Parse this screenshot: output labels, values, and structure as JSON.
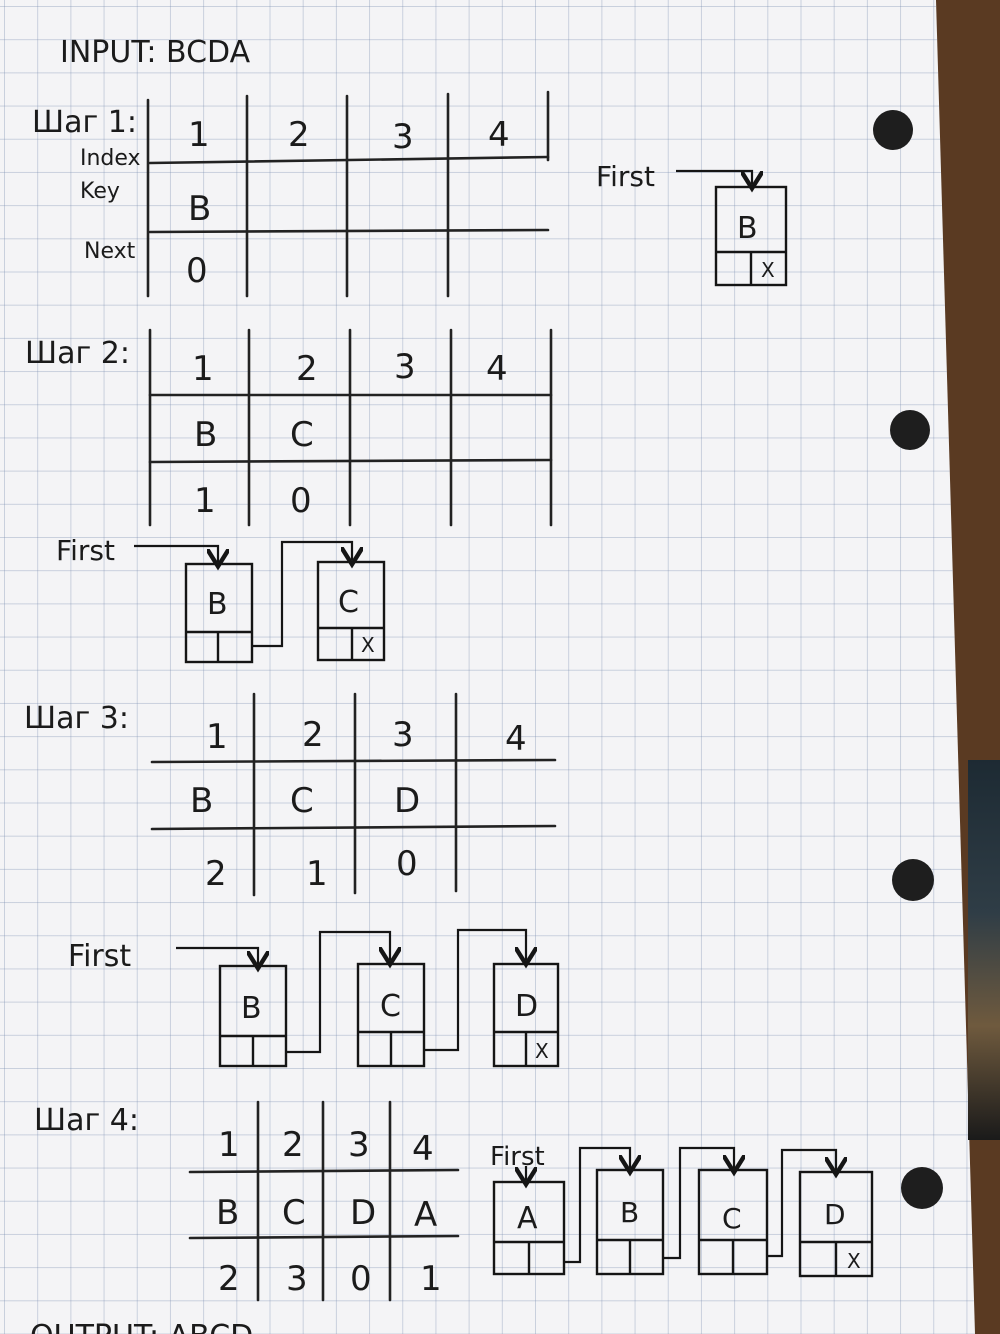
{
  "input_label": "INPUT: BCDA",
  "output_label": "OUTPUT: ABCD",
  "row_labels": {
    "index": "Index",
    "key": "Key",
    "next": "Next"
  },
  "first_label": "First",
  "null_mark": "X",
  "steps": [
    {
      "title": "Шаг 1:",
      "table": {
        "index": [
          "1",
          "2",
          "3",
          "4"
        ],
        "key": [
          "B",
          "",
          "",
          ""
        ],
        "next": [
          "0",
          "",
          "",
          ""
        ]
      },
      "list": [
        "B"
      ]
    },
    {
      "title": "Шаг 2:",
      "table": {
        "index": [
          "1",
          "2",
          "3",
          "4"
        ],
        "key": [
          "B",
          "C",
          "",
          ""
        ],
        "next": [
          "1",
          "0",
          "",
          ""
        ]
      },
      "list": [
        "B",
        "C"
      ]
    },
    {
      "title": "Шаг 3:",
      "table": {
        "index": [
          "1",
          "2",
          "3",
          "4"
        ],
        "key": [
          "B",
          "C",
          "D",
          ""
        ],
        "next": [
          "2",
          "1",
          "0",
          ""
        ]
      },
      "list": [
        "B",
        "C",
        "D"
      ]
    },
    {
      "title": "Шаг 4:",
      "table": {
        "index": [
          "1",
          "2",
          "3",
          "4"
        ],
        "key": [
          "B",
          "C",
          "D",
          "A"
        ],
        "next": [
          "2",
          "3",
          "0",
          "1"
        ]
      },
      "list": [
        "A",
        "B",
        "C",
        "D"
      ]
    }
  ]
}
